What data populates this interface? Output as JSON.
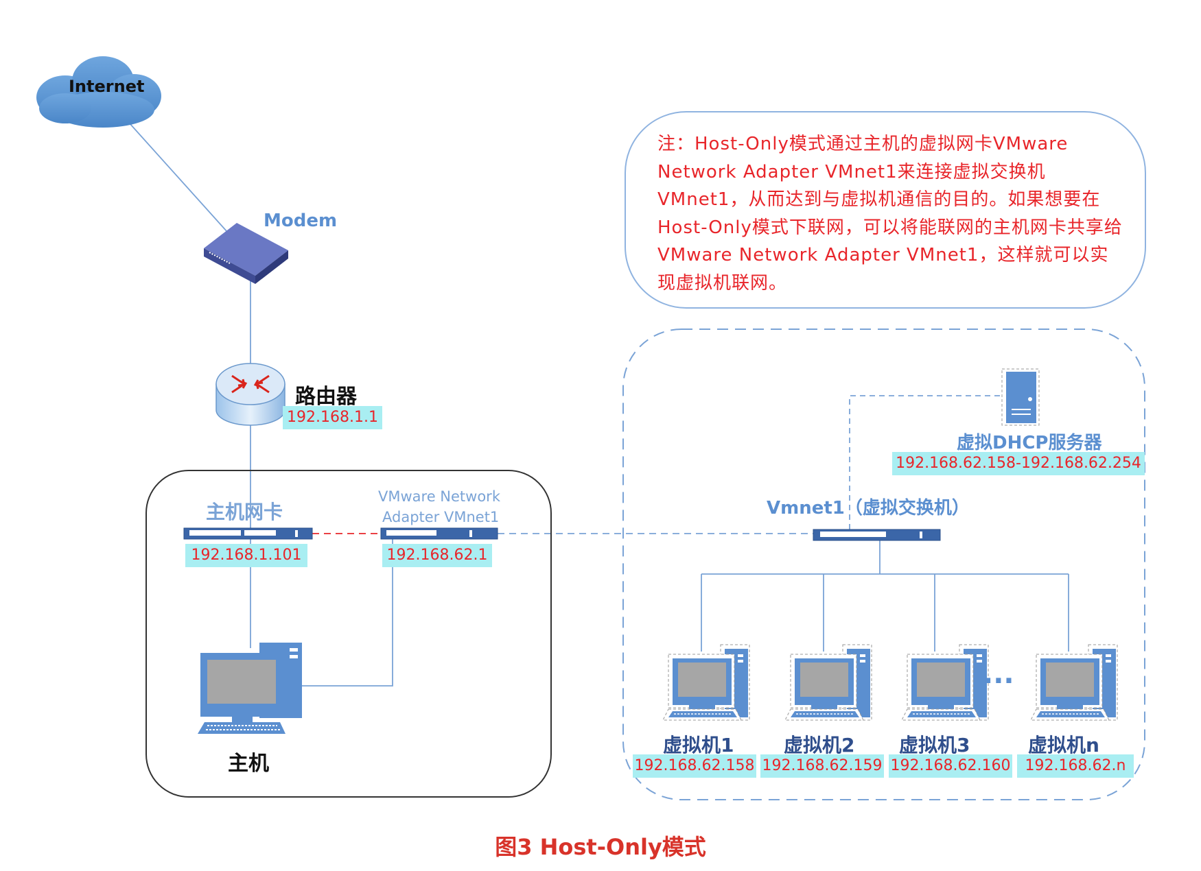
{
  "internet": {
    "label": "Internet"
  },
  "modem": {
    "label": "Modem"
  },
  "router": {
    "label": "路由器",
    "ip": "192.168.1.1"
  },
  "host_nic": {
    "label": "主机网卡",
    "ip": "192.168.1.101"
  },
  "vmware_adapter": {
    "label_line1": "VMware Network",
    "label_line2": "Adapter VMnet1",
    "ip": "192.168.62.1"
  },
  "host": {
    "label": "主机"
  },
  "vmnet1": {
    "label": "Vmnet1（虚拟交换机）"
  },
  "dhcp": {
    "label": "虚拟DHCP服务器",
    "range": "192.168.62.158-192.168.62.254"
  },
  "vms": [
    {
      "label": "虚拟机1",
      "ip": "192.168.62.158"
    },
    {
      "label": "虚拟机2",
      "ip": "192.168.62.159"
    },
    {
      "label": "虚拟机3",
      "ip": "192.168.62.160"
    },
    {
      "label": "虚拟机n",
      "ip": "192.168.62.n"
    }
  ],
  "ellipsis": "···",
  "note": "注：Host-Only模式通过主机的虚拟网卡VMware Network Adapter VMnet1来连接虚拟交换机VMnet1，从而达到与虚拟机通信的目的。如果想要在Host-Only模式下联网，可以将能联网的主机网卡共享给VMware Network Adapter VMnet1，这样就可以实现虚拟机联网。",
  "caption": "图3  Host-Only模式",
  "colors": {
    "line": "#7aa3d6",
    "ip_bg": "#a9eef2",
    "ip_text": "#e8252a",
    "device": "#5b8fd0"
  }
}
